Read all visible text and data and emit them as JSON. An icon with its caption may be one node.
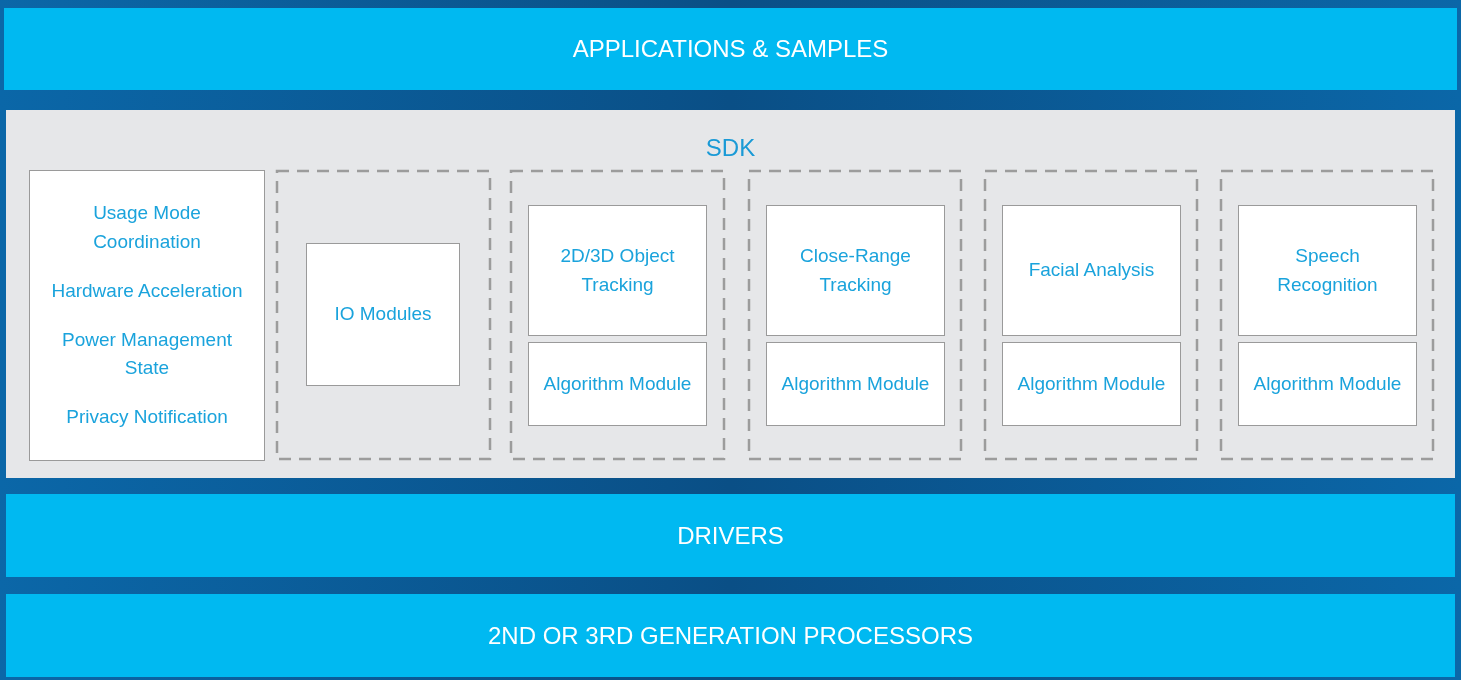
{
  "diagram": {
    "nodes": [
      {
        "text": [
          "APPLICATIONS & SAMPLES"
        ]
      },
      {
        "text": [
          "SDK"
        ]
      },
      {
        "text": [
          "Usage Mode Coordination",
          "Hardware Acceleration",
          "Power Management State",
          "Privacy Notification"
        ],
        "in": 1
      },
      {
        "text": [],
        "shape": "box",
        "in": 1
      },
      {
        "text": [
          "IO Modules"
        ],
        "in": 3
      },
      {
        "text": [],
        "shape": "box",
        "in": 1
      },
      {
        "text": [
          "2D/3D Object Tracking"
        ],
        "in": 5
      },
      {
        "text": [
          "Algorithm Module"
        ],
        "in": 5
      },
      {
        "text": [],
        "shape": "box",
        "in": 1
      },
      {
        "text": [
          "Close-Range Tracking"
        ],
        "in": 8
      },
      {
        "text": [
          "Algorithm Module"
        ],
        "in": 8
      },
      {
        "text": [],
        "shape": "box",
        "in": 1
      },
      {
        "text": [
          "Facial Analysis"
        ],
        "in": 11
      },
      {
        "text": [
          "Algorithm Module"
        ],
        "in": 11
      },
      {
        "text": [],
        "shape": "box",
        "in": 1
      },
      {
        "text": [
          "Speech Recognition"
        ],
        "in": 14
      },
      {
        "text": [
          "Algorithm Module"
        ],
        "in": 14
      },
      {
        "text": [
          "DRIVERS"
        ]
      },
      {
        "text": [
          "2ND OR 3RD GENERATION PROCESSORS"
        ]
      }
    ],
    "edges": []
  }
}
